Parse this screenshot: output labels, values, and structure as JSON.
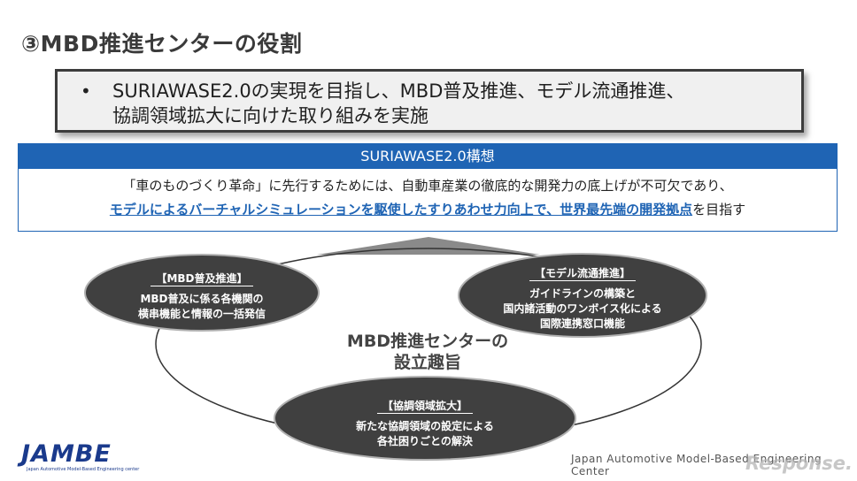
{
  "title": "③MBD推進センターの役割",
  "summary": {
    "bullet": "•",
    "text": "SURIAWASE2.0の実現を目指し、MBD普及推進、モデル流通推進、\n協調領域拡大に向けた取り組みを実施"
  },
  "concept": {
    "header": "SURIAWASE2.0構想",
    "line1": "「車のものづくり革命」に先行するためには、自動車産業の徹底的な開発力の底上げが不可欠であり、",
    "line2_emph": "モデルによるバーチャルシミュレーションを駆使したすりあわせ力向上で、世界最先端の開発拠点",
    "line2_tail": "を目指す"
  },
  "diagram": {
    "center": "MBD推進センターの\n設立趣旨",
    "left": {
      "tag": "【MBD普及推進】",
      "desc": "MBD普及に係る各機関の\n横串機能と情報の一括発信"
    },
    "right": {
      "tag": "【モデル流通推進】",
      "desc": "ガイドラインの構築と\n国内諸活動のワンボイス化による\n国際連携窓口機能"
    },
    "bottom": {
      "tag": "【協調領域拡大】",
      "desc": "新たな協調領域の設定による\n各社困りごとの解決"
    }
  },
  "footer": {
    "logo": "JAMBE",
    "logo_sub": "Japan Automotive Model-Based Engineering center",
    "org": "Japan Automotive Model-Based Engineering Center",
    "watermark": "Response."
  },
  "colors": {
    "accent_blue": "#1f64b4",
    "ellipse_fill": "#404040",
    "logo_navy": "#1a3a8c"
  }
}
